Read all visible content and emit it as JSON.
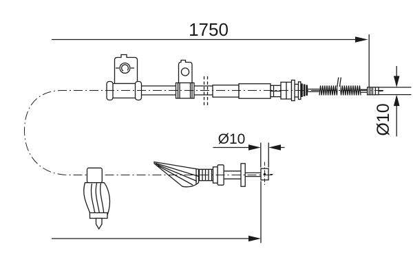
{
  "drawing": {
    "labels": {
      "overall_length": "1750",
      "diameter_right": "Ø10",
      "diameter_lower": "Ø10"
    },
    "colors": {
      "line": "#1b1b1b",
      "background": "#ffffff"
    }
  }
}
